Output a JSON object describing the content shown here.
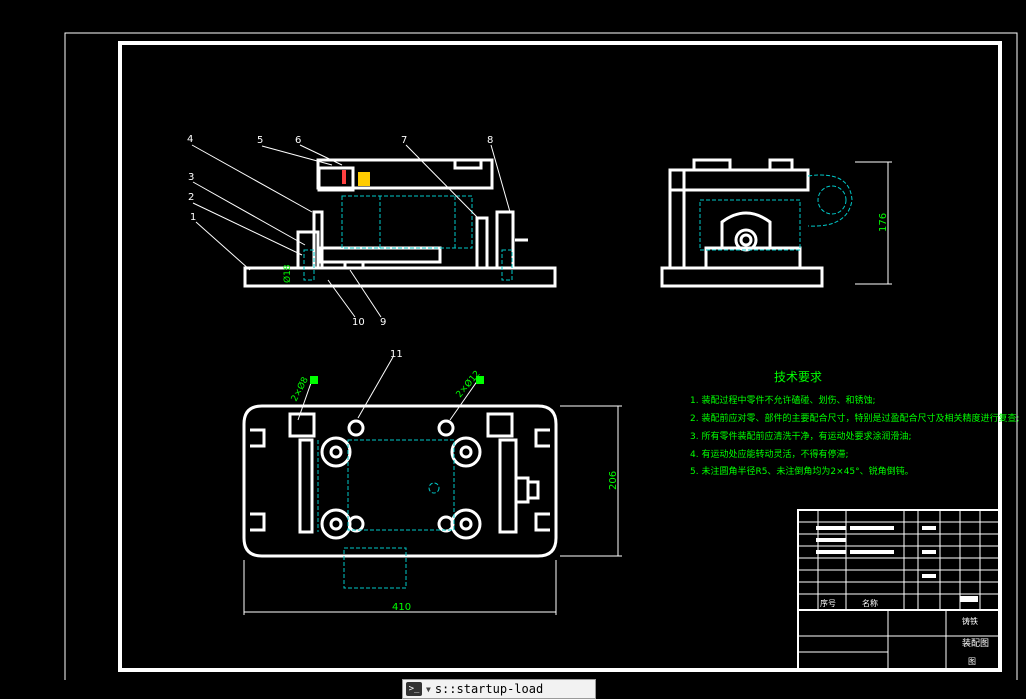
{
  "drawing": {
    "dimensions": {
      "side_height": "176",
      "plan_height": "206",
      "plan_width": "410",
      "hole_left": "Ø18",
      "hole_plan_left": "2×Ø8",
      "hole_plan_right": "2×Ø12"
    },
    "balloons": [
      "4",
      "5",
      "6",
      "7",
      "8",
      "3",
      "2",
      "1",
      "10",
      "9",
      "11"
    ],
    "tech_title": "技术要求",
    "tech_items": [
      "1. 装配过程中零件不允许磕碰、划伤、和锈蚀;",
      "2. 装配前应对零、部件的主要配合尺寸，特别是过盈配合尺寸及相关精度进行复查;",
      "3. 所有零件装配前应清洗干净，有运动处要求涂润滑油;",
      "4. 有运动处应能转动灵活，不得有停滞;",
      "5. 未注圆角半径R5、未注倒角均为2×45°、锐角倒钝。"
    ],
    "title_block": {
      "col_seq": "序号",
      "col_name": "名称",
      "material": "铸铁",
      "drawing_name": "装配图",
      "sheet": "图"
    }
  },
  "command_bar": {
    "icon": "terminal-icon",
    "text": "s::startup-load"
  },
  "colors": {
    "background": "#000000",
    "line": "#ffffff",
    "hidden": "#00c8c8",
    "annotation": "#00ff00",
    "accent": "#ff4040"
  }
}
